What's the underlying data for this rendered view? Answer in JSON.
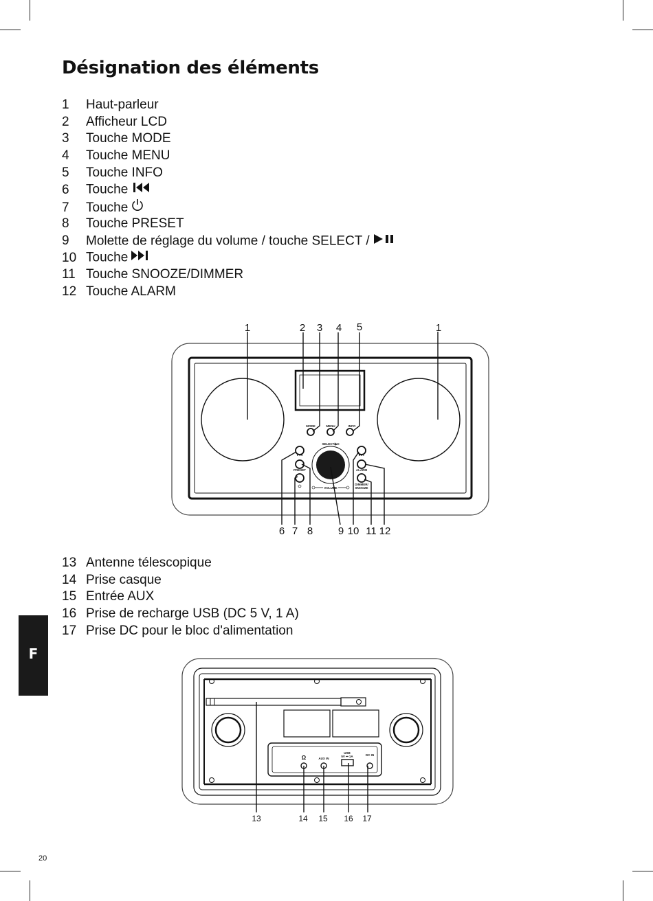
{
  "title": "Désignation des éléments",
  "list_front": [
    {
      "num": "1",
      "label": "Haut-parleur"
    },
    {
      "num": "2",
      "label": "Afficheur LCD"
    },
    {
      "num": "3",
      "label": "Touche MODE"
    },
    {
      "num": "4",
      "label": "Touche MENU"
    },
    {
      "num": "5",
      "label": "Touche INFO"
    },
    {
      "num": "6",
      "label": "Touche",
      "symbol": "prev-icon"
    },
    {
      "num": "7",
      "label": "Touche",
      "symbol": "power-icon"
    },
    {
      "num": "8",
      "label": "Touche PRESET"
    },
    {
      "num": "9",
      "label": "Molette de réglage du volume / touche SELECT /",
      "symbol": "play-pause-icon"
    },
    {
      "num": "10",
      "label": "Touche",
      "symbol": "next-icon"
    },
    {
      "num": "11",
      "label": "Touche SNOOZE/DIMMER"
    },
    {
      "num": "12",
      "label": "Touche ALARM"
    }
  ],
  "list_back": [
    {
      "num": "13",
      "label": "Antenne télescopique"
    },
    {
      "num": "14",
      "label": "Prise casque"
    },
    {
      "num": "15",
      "label": "Entrée AUX"
    },
    {
      "num": "16",
      "label": "Prise de recharge USB (DC 5 V, 1 A)"
    },
    {
      "num": "17",
      "label": "Prise DC pour le bloc d'alimentation"
    }
  ],
  "front_diagram": {
    "callouts_top": [
      "1",
      "2",
      "3",
      "4",
      "5",
      "1"
    ],
    "callouts_bottom": [
      "6",
      "7",
      "8",
      "9",
      "10",
      "11",
      "12"
    ],
    "labels": {
      "mode": "MODE",
      "menu": "MENU",
      "info": "INFO",
      "select": "SELECT/▶II",
      "preset": "PRESET",
      "alarm": "ALARM",
      "dimmer": "DIMMER/",
      "snooze": "SNOOZE",
      "volume": "VOLUME"
    }
  },
  "back_diagram": {
    "callouts": [
      "13",
      "14",
      "15",
      "16",
      "17"
    ],
    "labels": {
      "aux": "AUX IN",
      "usb": "USB",
      "usb_spec": "5V ⎓ 1A",
      "dc": "DC IN"
    }
  },
  "side_tab": "F",
  "page_number": "20"
}
